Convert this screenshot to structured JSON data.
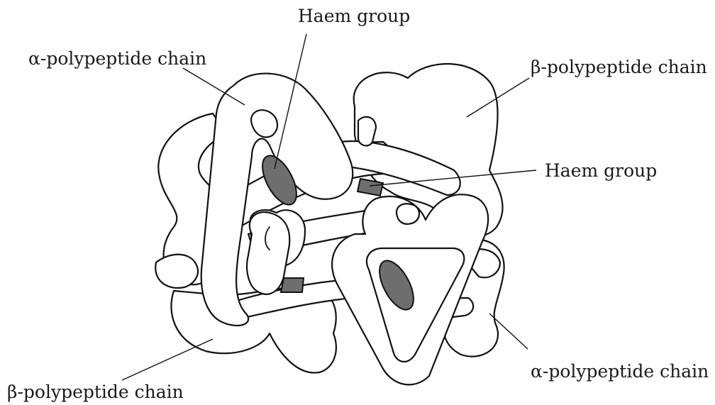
{
  "labels": {
    "haem_top": "Haem group",
    "alpha_top": "α-polypeptide chain",
    "beta_top": "β-polypeptide chain",
    "haem_right": "Haem group",
    "alpha_bottom": "α-polypeptide chain",
    "beta_bottom": "β-polypeptide chain"
  },
  "colors": {
    "haem_fill": "#6e6e6e",
    "outline": "#111111",
    "chain_fill": "#ffffff"
  }
}
